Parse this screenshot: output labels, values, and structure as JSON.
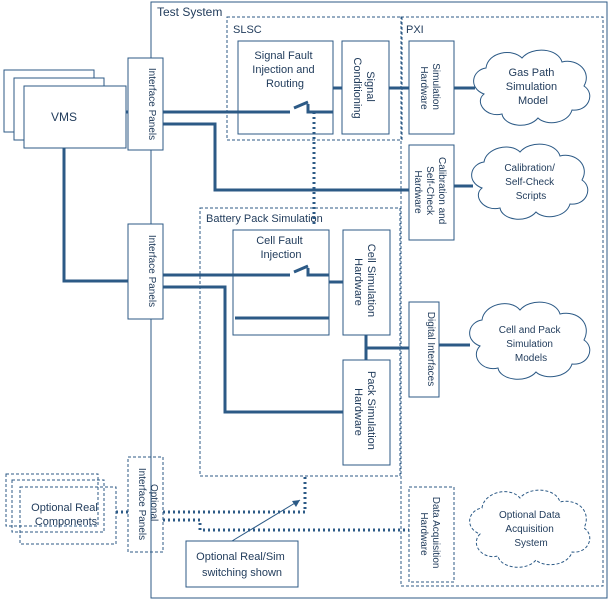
{
  "colors": {
    "line": "#2c5a86",
    "text": "#1f3a5a",
    "background": "#ffffff"
  },
  "test_system": "Test System",
  "slsc": "SLSC",
  "pxi": "PXI",
  "battery_pack_simulation": "Battery Pack Simulation",
  "vms": "VMS",
  "interface_panels_1": "Interface Panels",
  "interface_panels_2": "Interface Panels",
  "optional_interface_panels": [
    "Optional",
    "Interface Panels"
  ],
  "signal_fault": [
    "Signal Fault",
    "Injection and",
    "Routing"
  ],
  "signal_conditioning": [
    "Signal",
    "Conditioning"
  ],
  "simulation_hardware": [
    "Simulation",
    "Hardware"
  ],
  "calibration_hardware": [
    "Calibration and",
    "Self-Check",
    "Hardware"
  ],
  "cell_fault": [
    "Cell Fault",
    "Injection"
  ],
  "cell_sim_hw": [
    "Cell Simulation",
    "Hardware"
  ],
  "pack_sim_hw": [
    "Pack Simulation",
    "Hardware"
  ],
  "digital_interfaces": "Digital Interfaces",
  "daq_hw": [
    "Data Acquisition",
    "Hardware"
  ],
  "gas_path": [
    "Gas Path",
    "Simulation",
    "Model"
  ],
  "calib_scripts": [
    "Calibration/",
    "Self-Check",
    "Scripts"
  ],
  "cell_pack_models": [
    "Cell and Pack",
    "Simulation",
    "Models"
  ],
  "optional_daq": [
    "Optional Data",
    "Acquisition",
    "System"
  ],
  "optional_real": [
    "Optional Real",
    "Components"
  ],
  "switching_note": [
    "Optional Real/Sim",
    "switching shown"
  ]
}
